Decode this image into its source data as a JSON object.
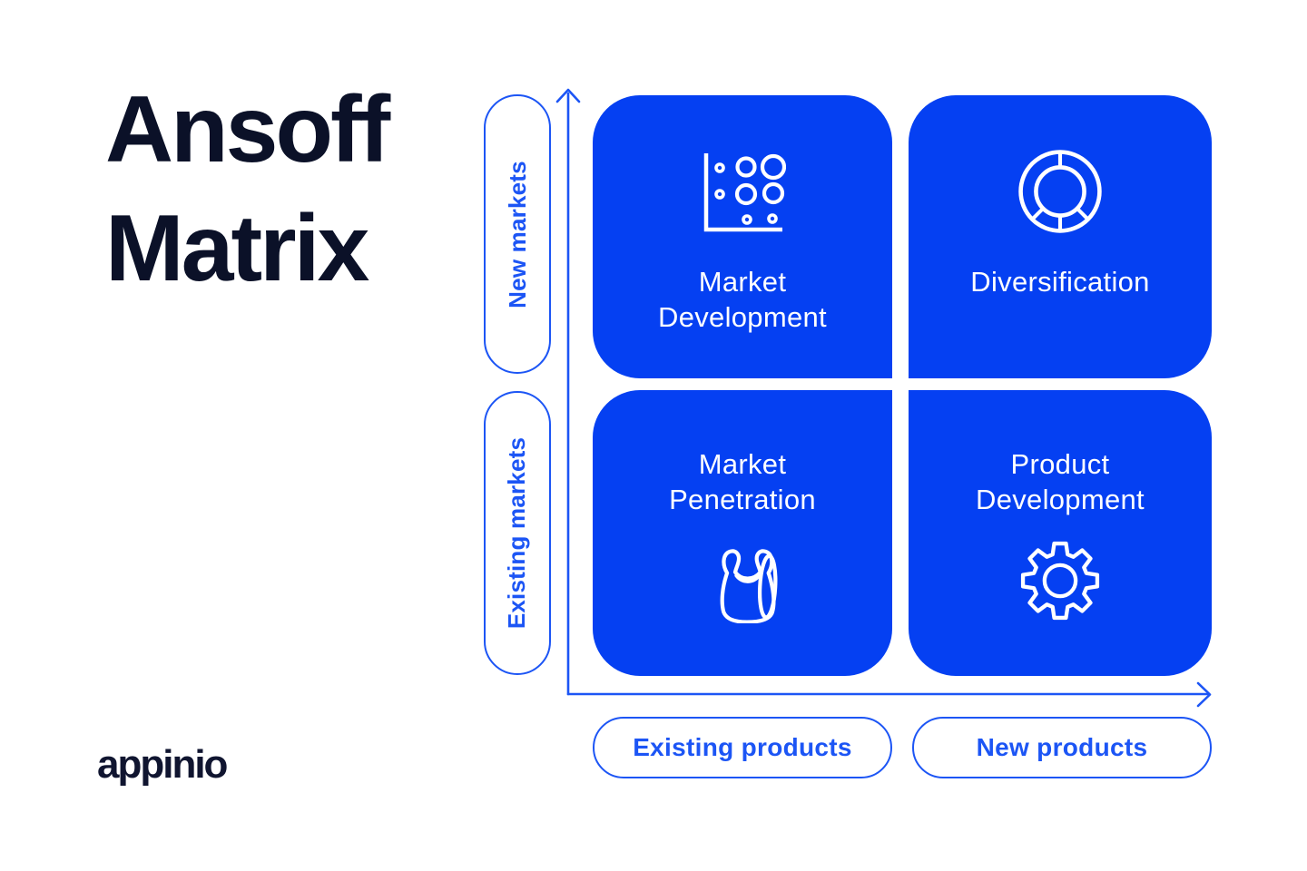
{
  "title": {
    "line1": "Ansoff",
    "line2": "Matrix"
  },
  "logo": {
    "text": "appinio"
  },
  "colors": {
    "card_blue": "#0540f2",
    "accent_blue": "#1c55f5",
    "title_navy": "#0b1128",
    "icon_white": "#ffffff",
    "background": "#ffffff"
  },
  "y_axis": {
    "labels": [
      {
        "label": "New markets"
      },
      {
        "label": "Existing markets"
      }
    ]
  },
  "x_axis": {
    "labels": [
      {
        "label": "Existing products"
      },
      {
        "label": "New products"
      }
    ]
  },
  "quadrants": [
    {
      "id": "market-development",
      "position": "top-left",
      "line1": "Market",
      "line2": "Development",
      "icon": "scatter-chart-icon"
    },
    {
      "id": "diversification",
      "position": "top-right",
      "line1": "Diversification",
      "line2": "",
      "icon": "donut-chart-icon"
    },
    {
      "id": "market-penetration",
      "position": "bottom-left",
      "line1": "Market",
      "line2": "Penetration",
      "icon": "shopping-bag-icon"
    },
    {
      "id": "product-development",
      "position": "bottom-right",
      "line1": "Product",
      "line2": "Development",
      "icon": "gear-icon"
    }
  ]
}
